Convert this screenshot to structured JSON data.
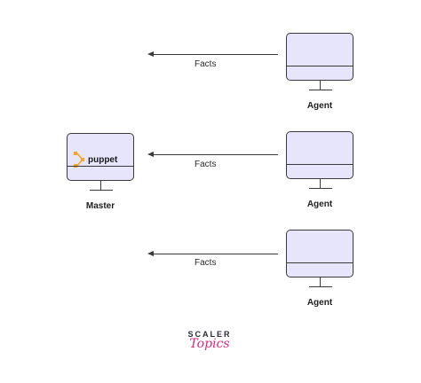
{
  "master": {
    "label": "Master",
    "logo_text": "puppet"
  },
  "agents": [
    {
      "label": "Agent",
      "edge_label": "Facts"
    },
    {
      "label": "Agent",
      "edge_label": "Facts"
    },
    {
      "label": "Agent",
      "edge_label": "Facts"
    }
  ],
  "brand": {
    "line1": "SCALER",
    "line2": "Topics"
  },
  "colors": {
    "monitor_fill": "#e6e5fb",
    "stroke": "#3a3a3a",
    "puppet_orange": "#f5a623",
    "brand_pink": "#d62a7e"
  }
}
